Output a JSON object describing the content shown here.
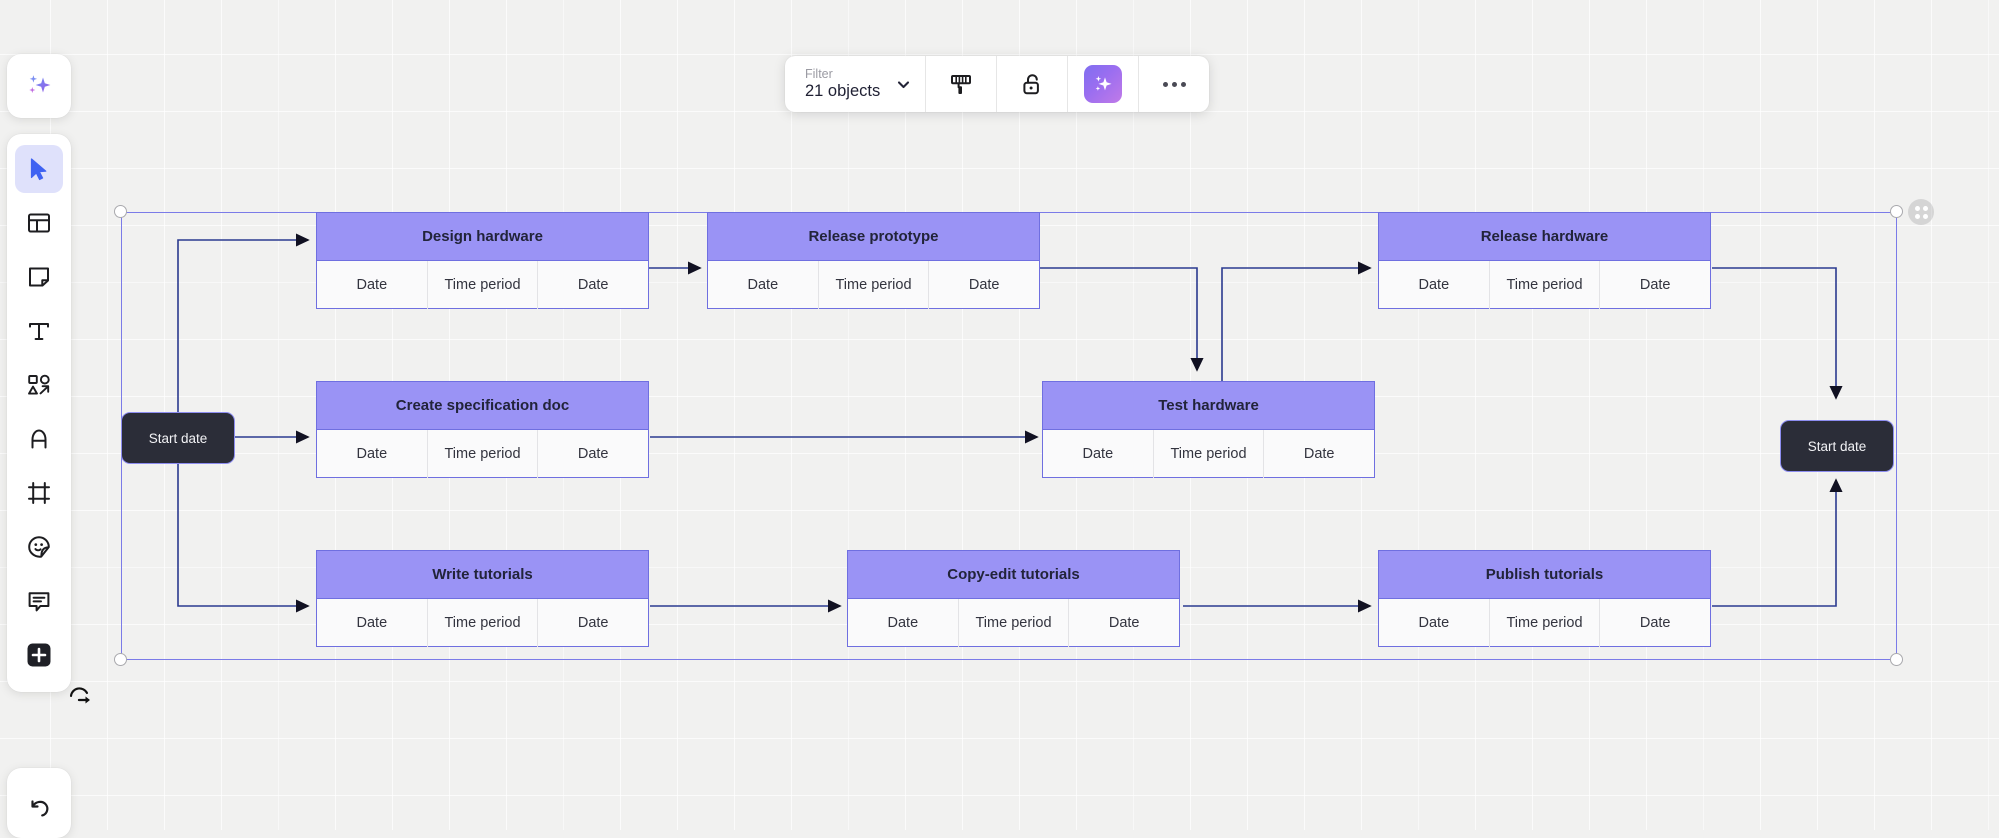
{
  "app": {
    "canvas_bg": "#f1f1f0",
    "accent_purple": "#9a93f5",
    "connector_color": "#2b3a8f",
    "selection_color": "#7b7be8"
  },
  "left_toolbar": {
    "ai_button": {
      "label": "AI assistant",
      "icon": "sparkles-icon"
    },
    "tools": [
      {
        "id": "select",
        "label": "Select",
        "icon": "cursor-icon",
        "active": true
      },
      {
        "id": "template",
        "label": "Templates",
        "icon": "template-icon",
        "active": false
      },
      {
        "id": "note",
        "label": "Sticky note",
        "icon": "sticky-note-icon",
        "active": false
      },
      {
        "id": "text",
        "label": "Text",
        "icon": "text-icon",
        "active": false
      },
      {
        "id": "shapes",
        "label": "Shapes and connectors",
        "icon": "shapes-icon",
        "active": false
      },
      {
        "id": "pen",
        "label": "Pen",
        "icon": "pen-icon",
        "active": false
      },
      {
        "id": "frame",
        "label": "Frame",
        "icon": "frame-icon",
        "active": false
      },
      {
        "id": "sticker",
        "label": "Sticker",
        "icon": "sticker-icon",
        "active": false
      },
      {
        "id": "comment",
        "label": "Comment",
        "icon": "comment-icon",
        "active": false
      },
      {
        "id": "more",
        "label": "More apps",
        "icon": "plus-icon",
        "active": false
      }
    ],
    "undo_button": {
      "label": "Undo",
      "icon": "undo-icon"
    }
  },
  "top_toolbar": {
    "filter": {
      "label": "Filter",
      "value": "21 objects",
      "chevron": "chevron-down-icon"
    },
    "buttons": [
      {
        "id": "style",
        "label": "Style",
        "icon": "paintbrush-icon"
      },
      {
        "id": "lock",
        "label": "Unlocked",
        "icon": "unlock-icon"
      },
      {
        "id": "ai",
        "label": "AI",
        "icon": "sparkles-icon"
      },
      {
        "id": "more",
        "label": "More",
        "icon": "ellipsis-icon"
      }
    ]
  },
  "diagram": {
    "column_headers": [
      "Date",
      "Time period",
      "Date"
    ],
    "start_nodes": [
      {
        "id": "start-left",
        "label": "Start date"
      },
      {
        "id": "start-right",
        "label": "Start date"
      }
    ],
    "cards": [
      {
        "id": "design-hardware",
        "title": "Design hardware",
        "cells": [
          "Date",
          "Time period",
          "Date"
        ]
      },
      {
        "id": "release-prototype",
        "title": "Release prototype",
        "cells": [
          "Date",
          "Time period",
          "Date"
        ]
      },
      {
        "id": "release-hardware",
        "title": "Release hardware",
        "cells": [
          "Date",
          "Time period",
          "Date"
        ]
      },
      {
        "id": "create-spec-doc",
        "title": "Create specification doc",
        "cells": [
          "Date",
          "Time period",
          "Date"
        ]
      },
      {
        "id": "test-hardware",
        "title": "Test hardware",
        "cells": [
          "Date",
          "Time period",
          "Date"
        ]
      },
      {
        "id": "write-tutorials",
        "title": "Write tutorials",
        "cells": [
          "Date",
          "Time period",
          "Date"
        ]
      },
      {
        "id": "copy-edit-tutorials",
        "title": "Copy-edit tutorials",
        "cells": [
          "Date",
          "Time period",
          "Date"
        ]
      },
      {
        "id": "publish-tutorials",
        "title": "Publish tutorials",
        "cells": [
          "Date",
          "Time period",
          "Date"
        ]
      }
    ]
  }
}
